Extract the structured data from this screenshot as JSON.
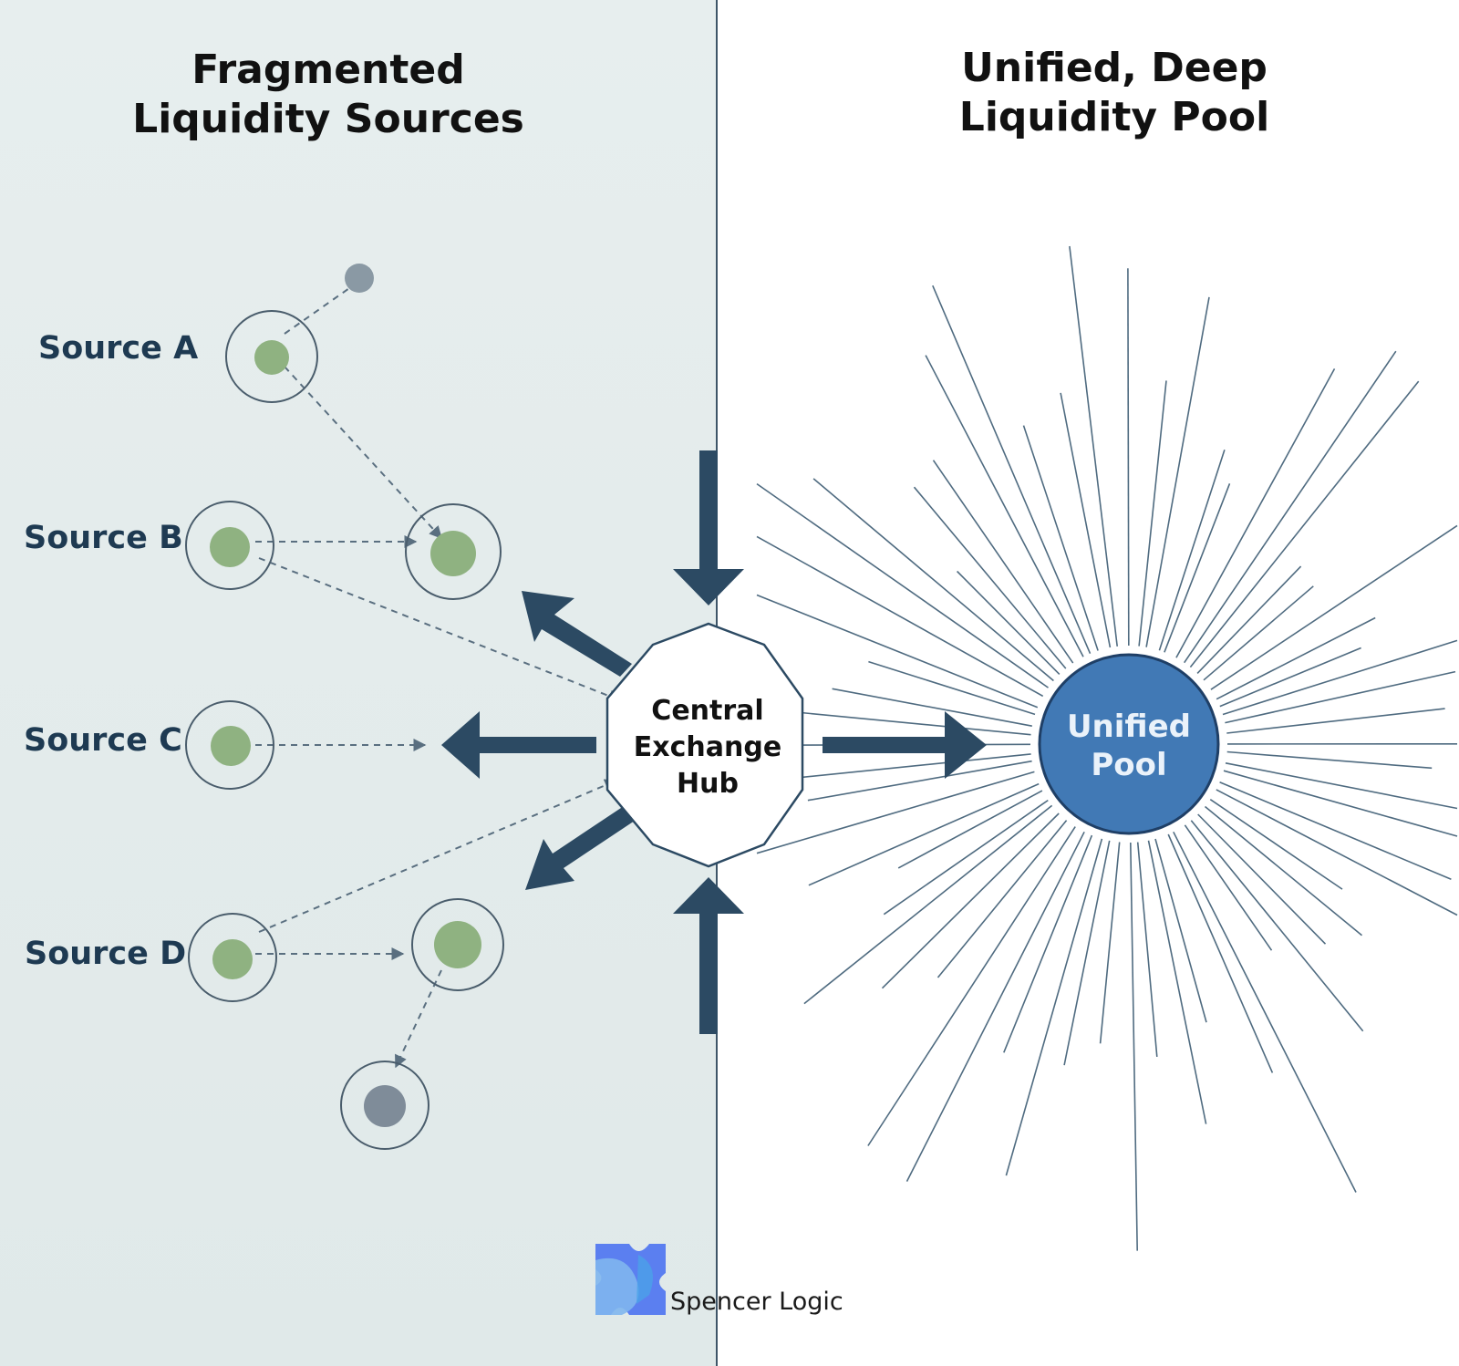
{
  "titles": {
    "left": [
      "Fragmented",
      "Liquidity Sources"
    ],
    "right": [
      "Unified, Deep",
      "Liquidity Pool"
    ]
  },
  "sources": [
    {
      "label": "Source A"
    },
    {
      "label": "Source B"
    },
    {
      "label": "Source C"
    },
    {
      "label": "Source D"
    }
  ],
  "hub": {
    "lines": [
      "Central",
      "Exchange",
      "Hub"
    ]
  },
  "pool": {
    "lines": [
      "Unified",
      "Pool"
    ]
  },
  "brand": {
    "name": "Spencer Logic"
  },
  "colors": {
    "left_background": "#e4ecec",
    "right_background": "#ffffff",
    "arrow": "#2c4a63",
    "node_green": "#8fb281",
    "node_gray": "#7f8c99",
    "pool_blue": "#4179b5",
    "ray": "#4f6b80",
    "logo_blue": "#5b7ff0"
  }
}
